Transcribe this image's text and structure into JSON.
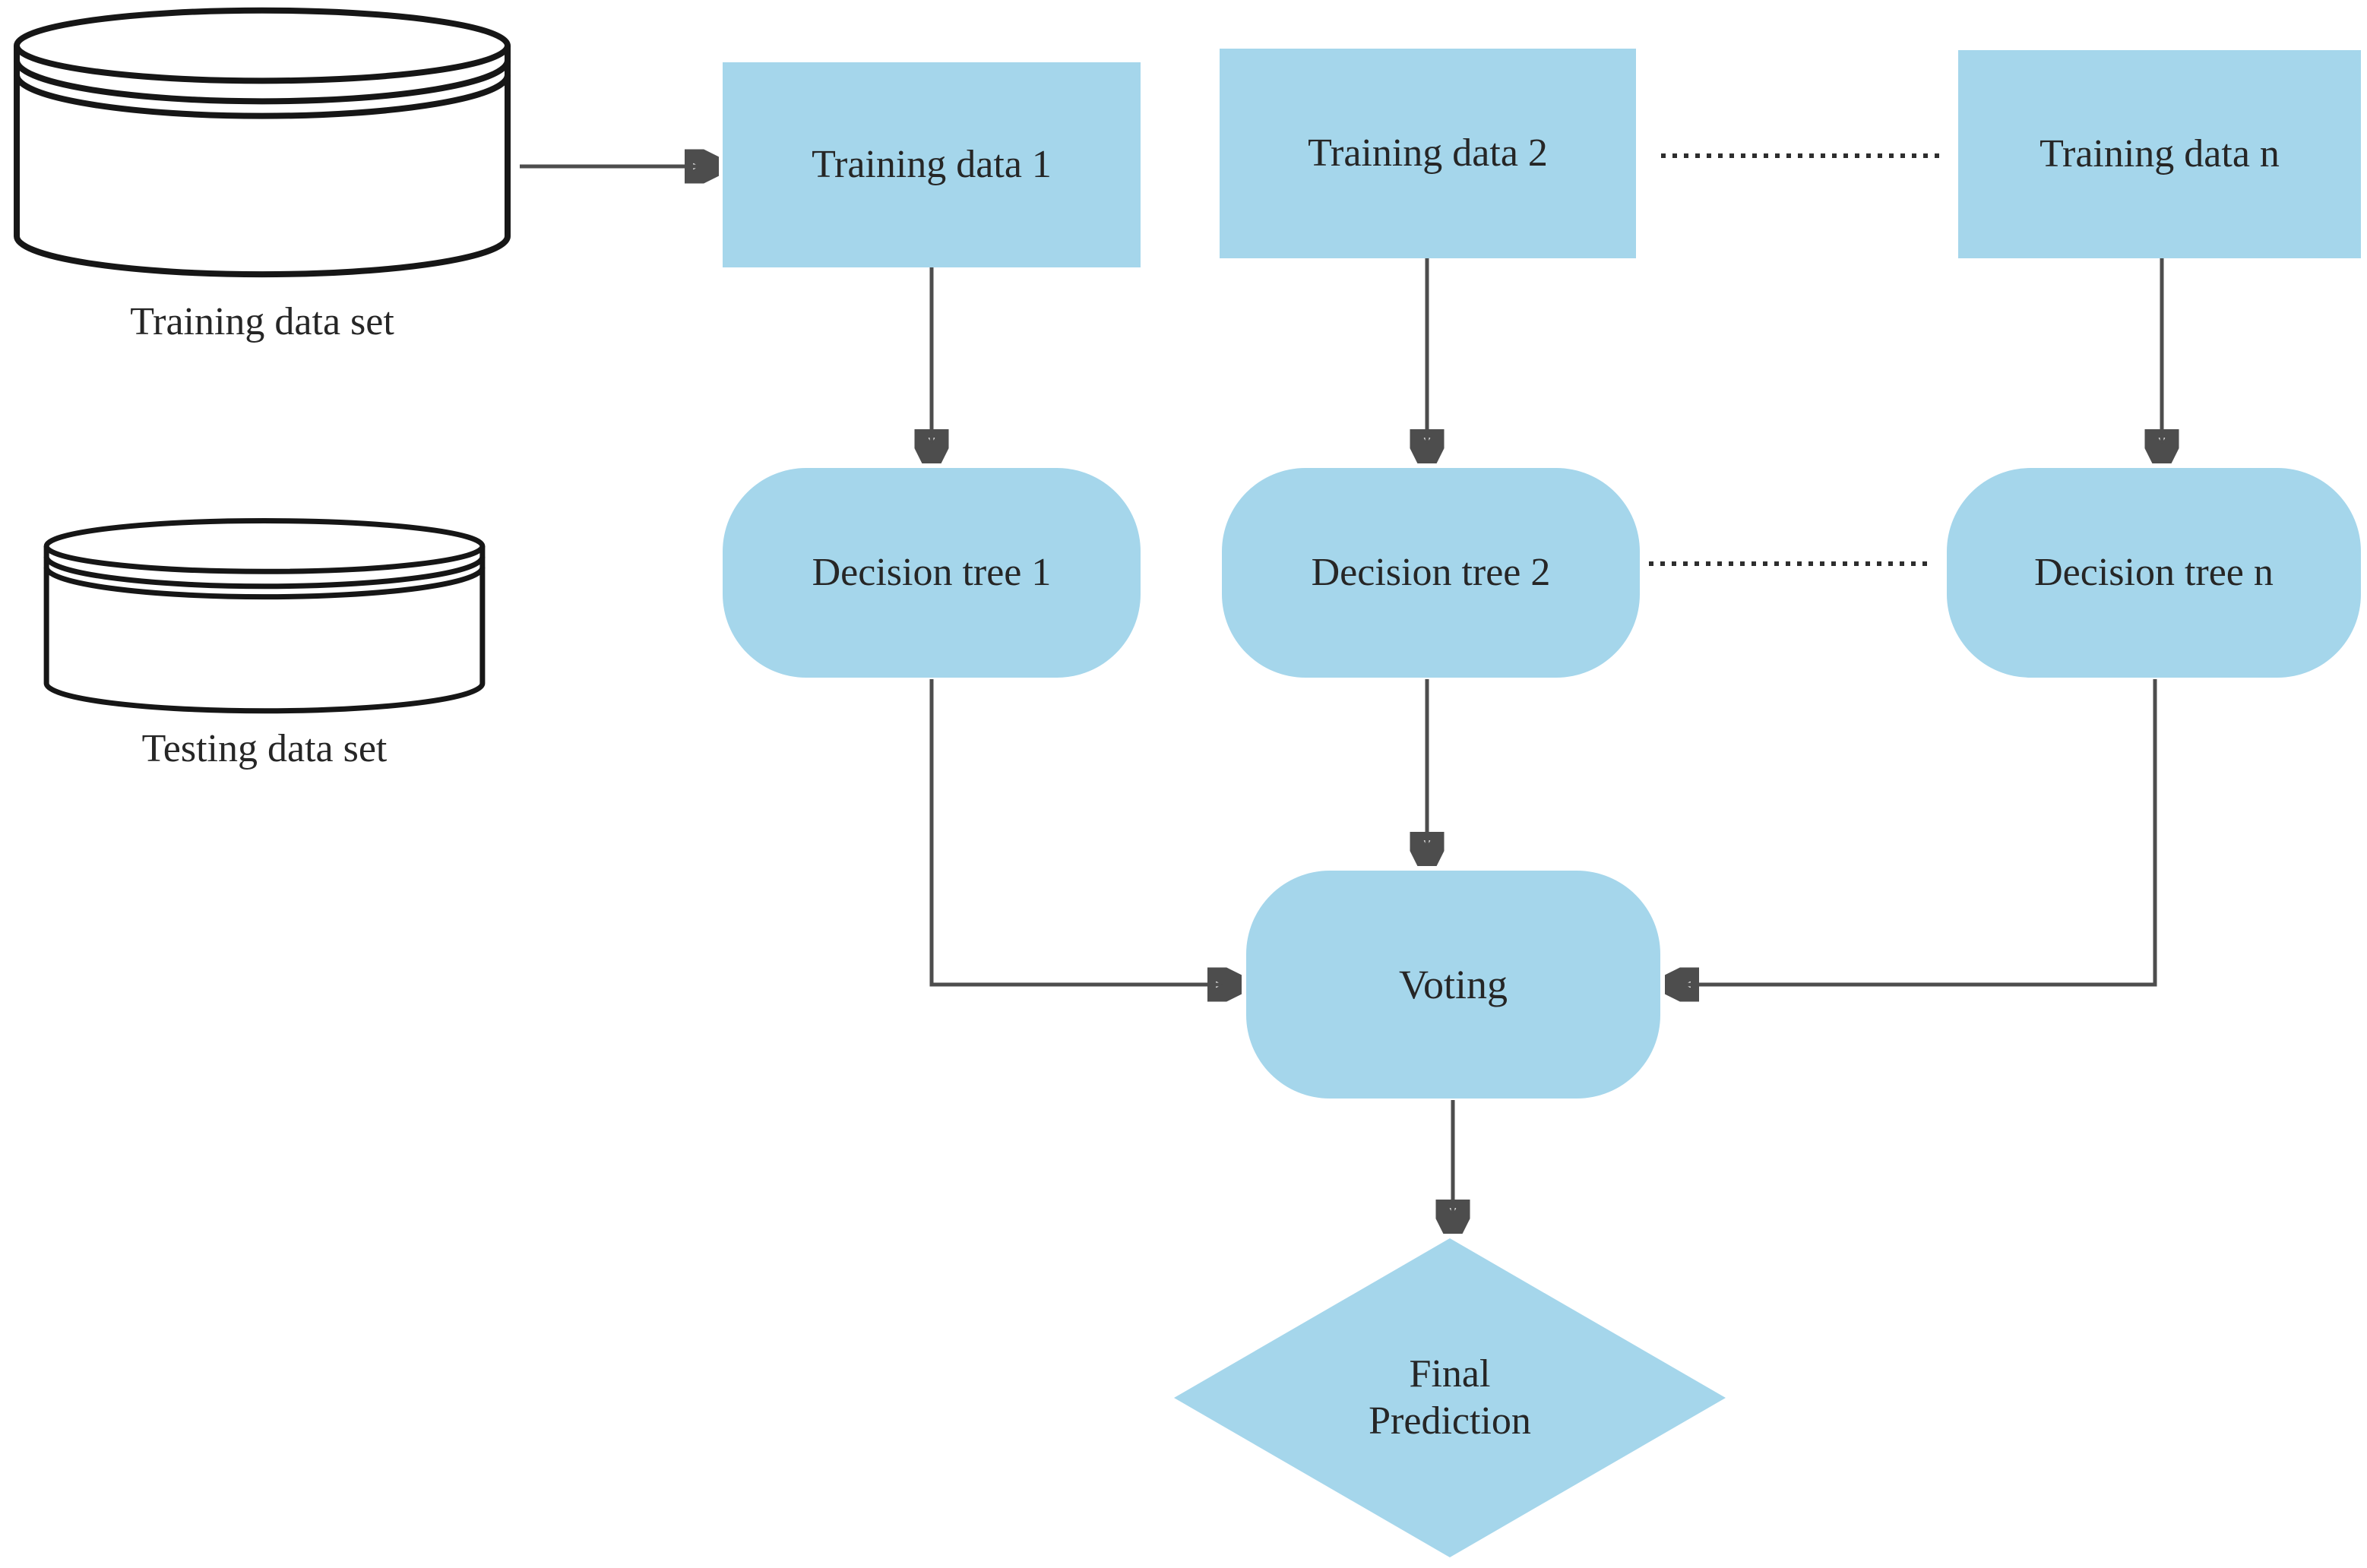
{
  "colors": {
    "node_fill": "#A5D6EB",
    "line": "#4D4D4D",
    "dotted": "#2E2E2E",
    "text": "#262626",
    "cylinder_stroke": "#161616",
    "background": "#FFFFFF"
  },
  "nodes": {
    "training_set": {
      "label": "Training data set",
      "shape": "cylinder"
    },
    "testing_set": {
      "label": "Testing data set",
      "shape": "cylinder"
    },
    "training_data_1": {
      "label": "Training data 1",
      "shape": "rectangle"
    },
    "training_data_2": {
      "label": "Training data 2",
      "shape": "rectangle"
    },
    "training_data_n": {
      "label": "Training data n",
      "shape": "rectangle"
    },
    "decision_tree_1": {
      "label": "Decision tree 1",
      "shape": "rounded-rectangle"
    },
    "decision_tree_2": {
      "label": "Decision tree 2",
      "shape": "rounded-rectangle"
    },
    "decision_tree_n": {
      "label": "Decision tree n",
      "shape": "rounded-rectangle"
    },
    "voting": {
      "label": "Voting",
      "shape": "rounded-rectangle"
    },
    "final_prediction": {
      "label": "Final Prediction",
      "shape": "diamond"
    }
  },
  "edges": [
    {
      "from": "training_set",
      "to": "training_data_1",
      "style": "solid-arrow"
    },
    {
      "from": "training_data_1",
      "to": "decision_tree_1",
      "style": "solid-arrow"
    },
    {
      "from": "training_data_2",
      "to": "decision_tree_2",
      "style": "solid-arrow"
    },
    {
      "from": "training_data_n",
      "to": "decision_tree_n",
      "style": "solid-arrow"
    },
    {
      "from": "decision_tree_1",
      "to": "voting",
      "style": "solid-arrow-elbow"
    },
    {
      "from": "decision_tree_2",
      "to": "voting",
      "style": "solid-arrow"
    },
    {
      "from": "decision_tree_n",
      "to": "voting",
      "style": "solid-arrow-elbow"
    },
    {
      "from": "voting",
      "to": "final_prediction",
      "style": "solid-arrow"
    },
    {
      "from": "training_data_2",
      "to": "training_data_n",
      "style": "dotted-ellipsis"
    },
    {
      "from": "decision_tree_2",
      "to": "decision_tree_n",
      "style": "dotted-ellipsis"
    }
  ]
}
